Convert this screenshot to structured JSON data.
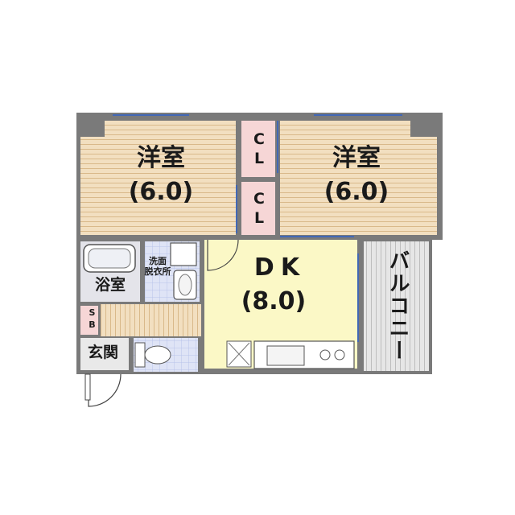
{
  "rooms": {
    "western_room_left": {
      "name": "洋室",
      "size": "(6.0)"
    },
    "western_room_right": {
      "name": "洋室",
      "size": "(6.0)"
    },
    "closet_upper": {
      "label": "CL"
    },
    "closet_lower": {
      "label": "CL"
    },
    "dining_kitchen": {
      "name": "DK",
      "size": "(8.0)"
    },
    "balcony": {
      "name": "バルコニー"
    },
    "bathroom": {
      "name": "浴室"
    },
    "washroom": {
      "name": "洗面\n脱衣所"
    },
    "shoe_box": {
      "label": "SB"
    },
    "entrance": {
      "name": "玄関"
    }
  },
  "colors": {
    "wall": "#7a7a7a",
    "western_floor": "#f2dfc0",
    "floor_lines": "#d9b98a",
    "closet": "#f6d6d6",
    "dk_floor": "#fbf8c6",
    "balcony_floor": "#e4e4e4",
    "bath_floor": "#e2e2ea",
    "tile": "#cfd6f0",
    "window": "#2f63c9"
  }
}
